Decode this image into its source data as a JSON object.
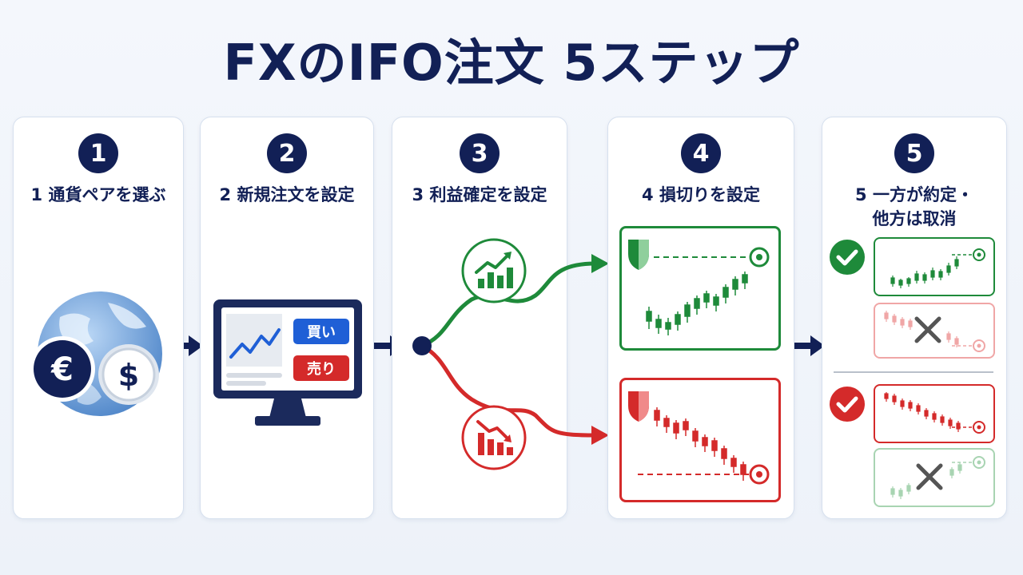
{
  "title": "FXのIFO注文 5ステップ",
  "steps": [
    {
      "number": "1",
      "label": "1 通貨ペアを選ぶ"
    },
    {
      "number": "2",
      "label": "2 新規注文を設定"
    },
    {
      "number": "3",
      "label": "3 利益確定を設定"
    },
    {
      "number": "4",
      "label": "4 損切りを設定"
    },
    {
      "number": "5",
      "label_line1": "5 一方が約定・",
      "label_line2": "他方は取消"
    }
  ],
  "order_buttons": {
    "buy": "買い",
    "sell": "売り"
  },
  "icons": {
    "globe": "globe-icon",
    "euro": "euro-coin-icon",
    "dollar": "dollar-coin-icon",
    "monitor": "monitor-icon",
    "uptrend": "uptrend-bar-chart-icon",
    "downtrend": "downtrend-bar-chart-icon",
    "shield": "shield-icon",
    "target": "target-icon",
    "check": "check-circle-icon",
    "cross": "x-mark-icon"
  },
  "colors": {
    "navy": "#122056",
    "green": "#1e8a3a",
    "red": "#d42a2a",
    "blue": "#1f5fd6",
    "panel_border": "#d6e0ee"
  }
}
